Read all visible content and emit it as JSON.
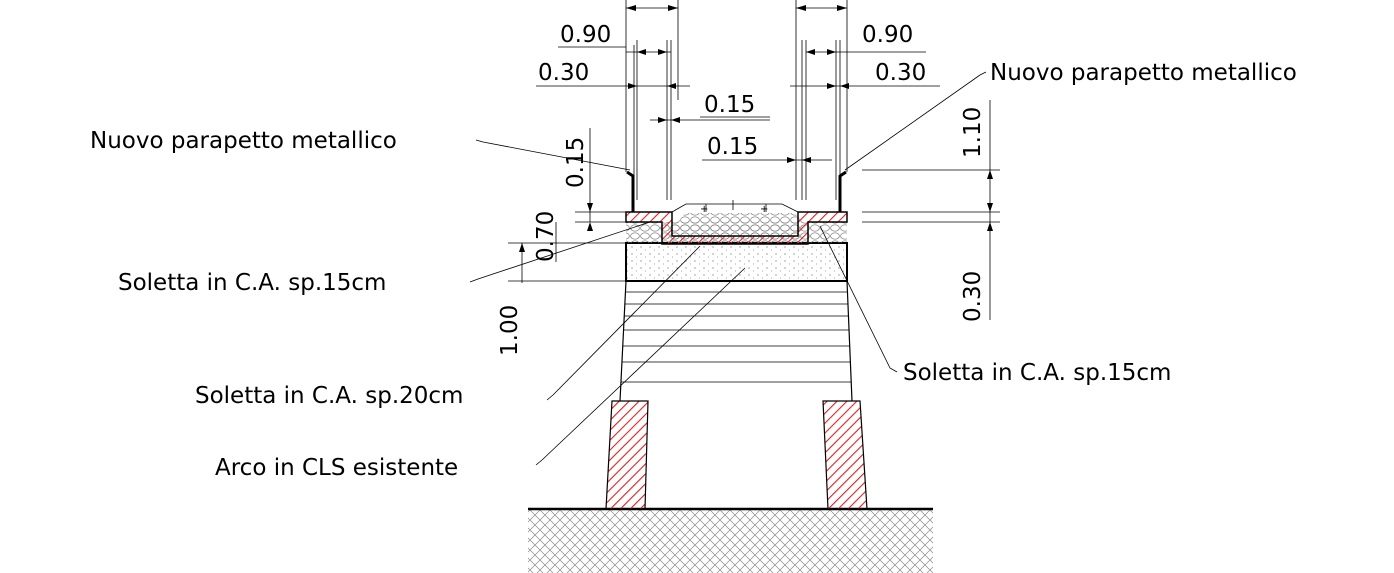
{
  "callouts": {
    "parapet_left": "Nuovo parapetto metallico",
    "parapet_right": "Nuovo parapetto metallico",
    "slab15_left": "Soletta in C.A. sp.15cm",
    "slab15_right": "Soletta in C.A. sp.15cm",
    "slab20": "Soletta in C.A. sp.20cm",
    "arch": "Arco in CLS esistente"
  },
  "dimensions": {
    "d090_left": "0.90",
    "d030_left": "0.30",
    "d015_mid_top": "0.15",
    "d015_mid_bottom": "0.15",
    "d090_right": "0.90",
    "d030_right": "0.30",
    "d015_vert": "0.15",
    "d070_vert": "0.70",
    "d100_vert": "1.00",
    "d110_vert": "1.10",
    "d030_vert": "0.30"
  },
  "colors": {
    "hatch_red": "#e02020",
    "line": "#000000"
  }
}
